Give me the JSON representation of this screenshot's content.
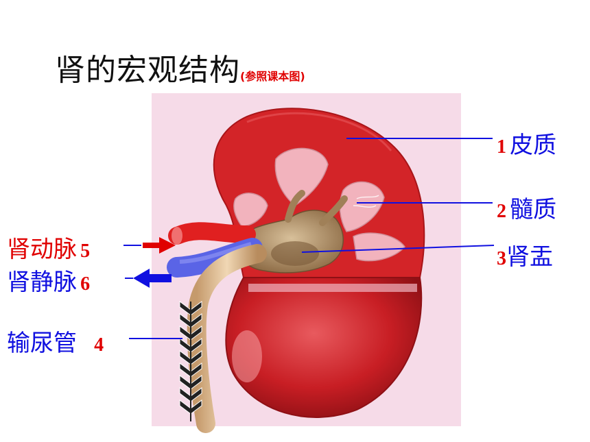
{
  "title": {
    "main": "肾的宏观结构",
    "sub": "(参照课本图)"
  },
  "labels": {
    "cortex": {
      "num": "1",
      "text": "皮质"
    },
    "medulla": {
      "num": "2",
      "text": "髓质"
    },
    "pelvis": {
      "num": "3",
      "text": "肾盂"
    },
    "ureter": {
      "num": "4",
      "text": "输尿管"
    },
    "artery": {
      "num": "5",
      "text": "肾动脉"
    },
    "vein": {
      "num": "6",
      "text": "肾静脉"
    }
  },
  "colors": {
    "label_blue": "#1010e0",
    "label_red": "#e00000",
    "cortex": "#d8262a",
    "panel": "#f6dbe8"
  }
}
